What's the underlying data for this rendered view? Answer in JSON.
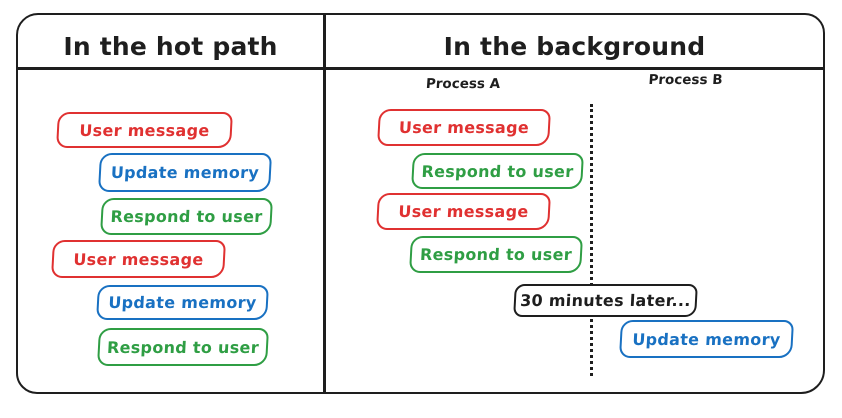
{
  "colors": {
    "red": "#e03131",
    "blue": "#1971c2",
    "green": "#2f9e44",
    "black": "#1e1e1e"
  },
  "panels": {
    "hot_path": {
      "title": "In the hot path",
      "boxes": [
        {
          "label": "User message",
          "color": "red"
        },
        {
          "label": "Update memory",
          "color": "blue"
        },
        {
          "label": "Respond to user",
          "color": "green"
        },
        {
          "label": "User message",
          "color": "red"
        },
        {
          "label": "Update memory",
          "color": "blue"
        },
        {
          "label": "Respond to user",
          "color": "green"
        }
      ]
    },
    "background": {
      "title": "In the background",
      "process_a_label": "Process A",
      "process_b_label": "Process B",
      "process_a_boxes": [
        {
          "label": "User message",
          "color": "red"
        },
        {
          "label": "Respond to user",
          "color": "green"
        },
        {
          "label": "User message",
          "color": "red"
        },
        {
          "label": "Respond to user",
          "color": "green"
        }
      ],
      "divider_note": {
        "label": "30 minutes later...",
        "color": "black"
      },
      "process_b_boxes": [
        {
          "label": "Update memory",
          "color": "blue"
        }
      ]
    }
  }
}
